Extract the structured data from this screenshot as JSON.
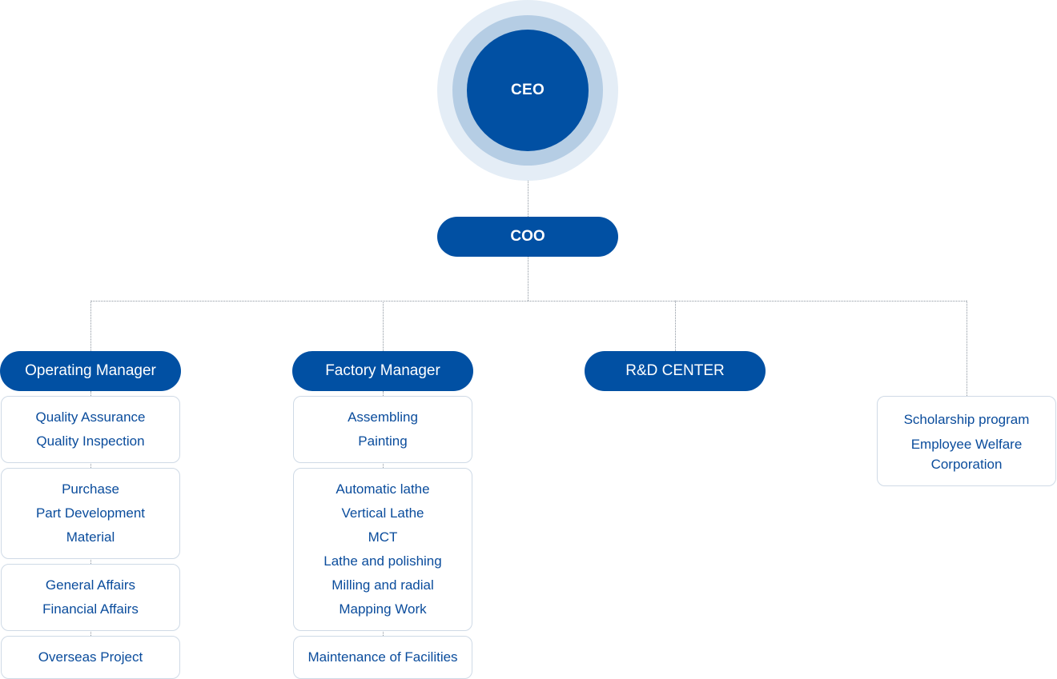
{
  "ceo": {
    "label": "CEO"
  },
  "coo": {
    "label": "COO"
  },
  "columns": [
    {
      "manager": "Operating Manager",
      "groups": [
        [
          "Quality Assurance",
          "Quality Inspection"
        ],
        [
          "Purchase",
          "Part Development",
          "Material"
        ],
        [
          "General Affairs",
          "Financial Affairs"
        ],
        [
          "Overseas Project"
        ]
      ]
    },
    {
      "manager": "Factory Manager",
      "groups": [
        [
          "Assembling",
          "Painting"
        ],
        [
          "Automatic lathe",
          "Vertical Lathe",
          "MCT",
          "Lathe and polishing",
          "Milling and radial",
          "Mapping Work"
        ],
        [
          "Maintenance of Facilities"
        ]
      ]
    },
    {
      "manager": "R&D CENTER",
      "groups": []
    },
    {
      "manager": "",
      "groups": [
        [
          "Scholarship program",
          "Employee Welfare Corporation"
        ]
      ]
    }
  ],
  "colors": {
    "primary": "#0150a3",
    "ring_outer": "#e4edf6",
    "ring_mid": "#b5cde4",
    "text": "#0a4c9c",
    "border": "#cfdae6"
  }
}
